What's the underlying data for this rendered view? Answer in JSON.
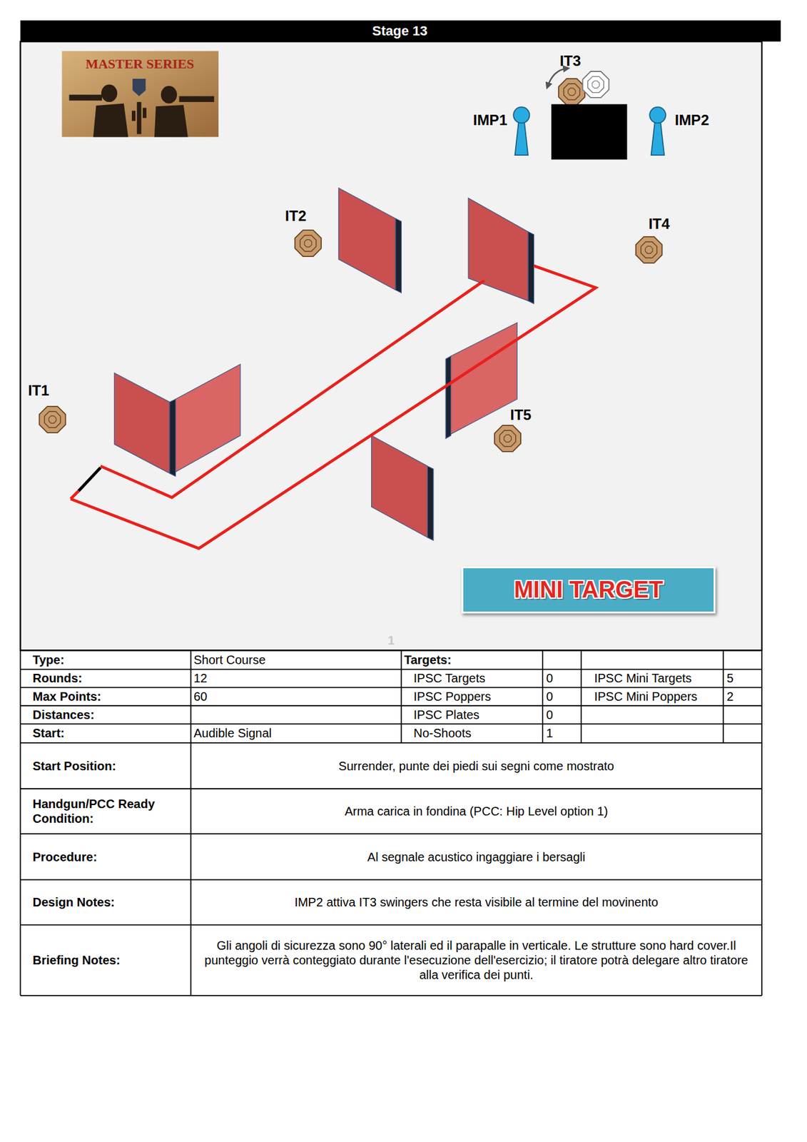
{
  "diagram": {
    "title": "Stage 13",
    "nodes": [
      {
        "text": [
          "MINI TARGET"
        ]
      }
    ],
    "labels": [
      "MASTER SERIES",
      "IT3",
      "IMP1",
      "IMP2",
      "IT2",
      "IT4",
      "IT1",
      "IT5",
      "1",
      "Type:",
      "Short Course",
      "Targets:",
      "Rounds:",
      "12",
      "IPSC Targets",
      "0",
      "IPSC Mini Targets",
      "5",
      "Max Points:",
      "60",
      "IPSC Poppers",
      "0",
      "IPSC Mini Poppers",
      "2",
      "Distances:",
      "IPSC Plates",
      "0",
      "Start:",
      "Audible Signal",
      "No-Shoots",
      "1",
      "Start Position:",
      "Surrender, punte dei piedi sui segni come mostrato",
      "Handgun/PCC Ready Condition:",
      "Arma carica in fondina  (PCC: Hip Level option 1)",
      "Procedure:",
      "Al segnale acustico ingaggiare i bersagli",
      "Design Notes:",
      "IMP2 attiva IT3 swingers che resta visibile al termine del movinento",
      "Briefing Notes:",
      "Gli angoli di sicurezza sono 90° laterali ed il parapalle in verticale. Le strutture sono hard cover.Il punteggio verrà conteggiato durante l'esecuzione dell'esercizio; il tiratore potrà delegare altro tiratore alla verifica  dei punti."
    ]
  }
}
